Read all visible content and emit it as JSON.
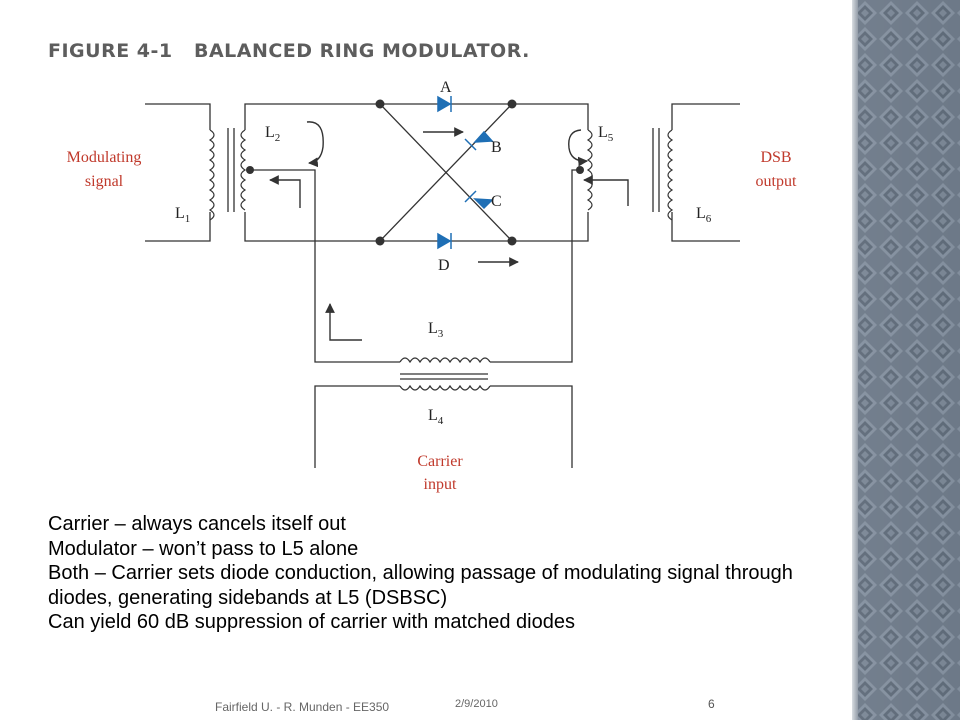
{
  "title": "Figure 4-1   Balanced ring modulator.",
  "diagram": {
    "labels": {
      "a": "A",
      "b": "B",
      "c": "C",
      "d": "D",
      "l1": "L",
      "l1_sub": "1",
      "l2": "L",
      "l2_sub": "2",
      "l3": "L",
      "l3_sub": "3",
      "l4": "L",
      "l4_sub": "4",
      "l5": "L",
      "l5_sub": "5",
      "l6": "L",
      "l6_sub": "6",
      "modulating_line1": "Modulating",
      "modulating_line2": "signal",
      "dsb_line1": "DSB",
      "dsb_line2": "output",
      "carrier_line1": "Carrier",
      "carrier_line2": "input"
    },
    "colors": {
      "red_label": "#c0392b",
      "diode": "#1f6fb5",
      "wire": "#333333"
    }
  },
  "bullets": [
    "Carrier – always cancels itself out",
    "Modulator – won’t pass to L5 alone",
    "Both – Carrier sets diode conduction, allowing passage of modulating signal through diodes, generating sidebands at L5 (DSBSC)",
    "Can yield 60 dB suppression of carrier with matched diodes"
  ],
  "footer": {
    "source": "Fairfield U. -  R. Munden - EE350",
    "date": "2/9/2010",
    "page": "6"
  },
  "theme": {
    "title_color": "#5d5d5d",
    "panel_base": "#6f7b8a"
  }
}
